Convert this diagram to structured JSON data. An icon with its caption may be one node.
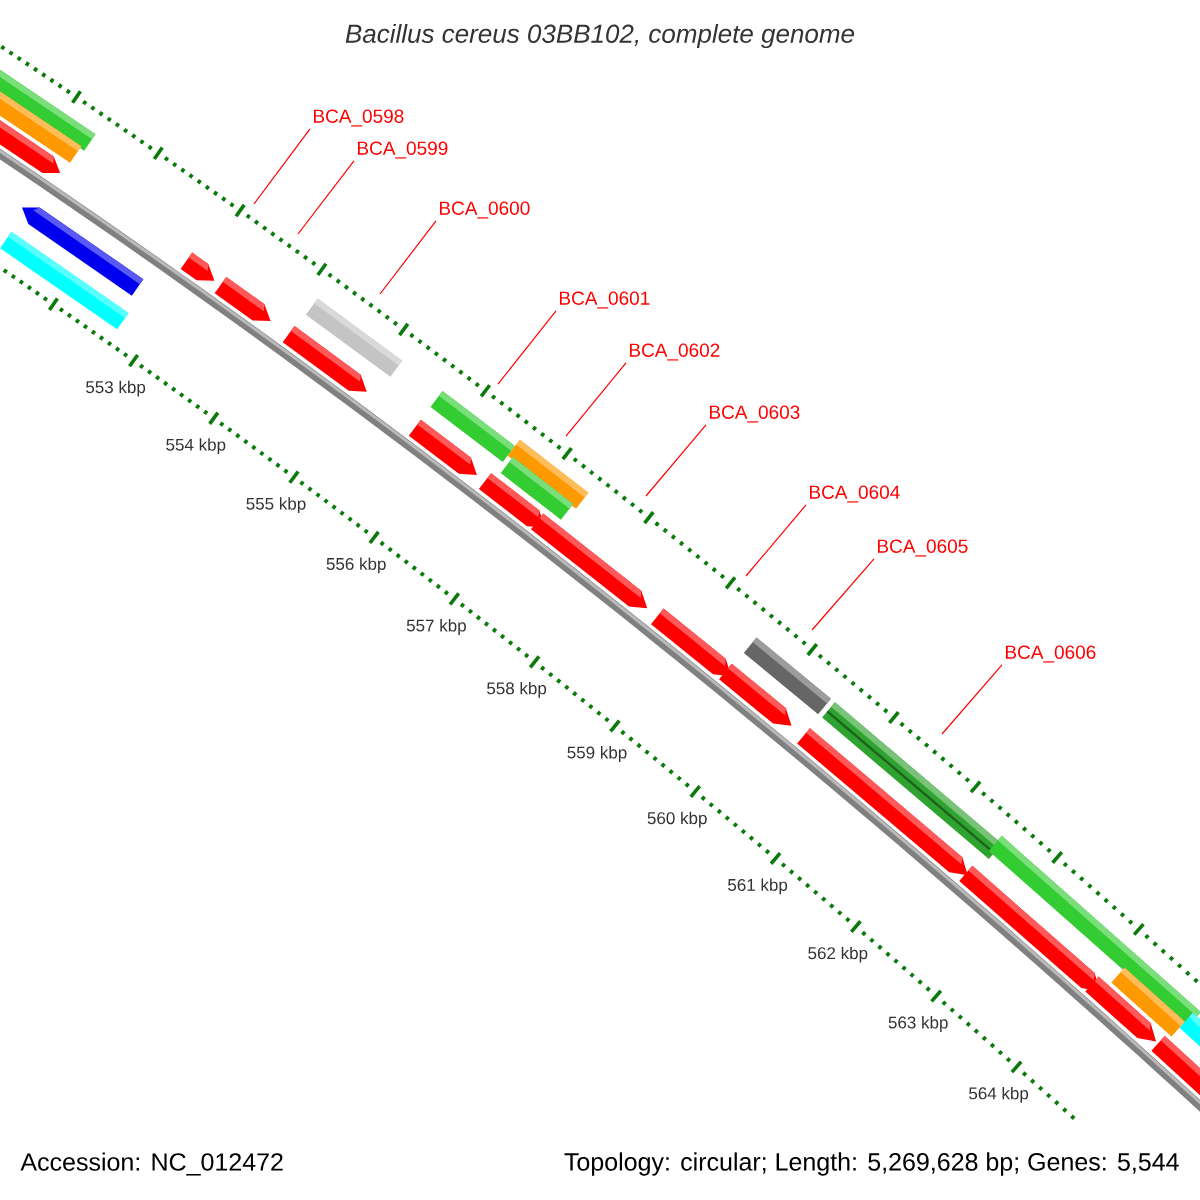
{
  "diagram": {
    "title": "Bacillus cereus 03BB102, complete genome",
    "nodes": [
      {
        "text": [
          "BCA_0598"
        ]
      },
      {
        "text": [
          "BCA_0599"
        ]
      },
      {
        "text": [
          "BCA_0600"
        ]
      },
      {
        "text": [
          "BCA_0601"
        ]
      },
      {
        "text": [
          "BCA_0602"
        ]
      },
      {
        "text": [
          "BCA_0603"
        ]
      },
      {
        "text": [
          "BCA_0604"
        ]
      },
      {
        "text": [
          "BCA_0605"
        ]
      },
      {
        "text": [
          "BCA_0606"
        ]
      }
    ],
    "edges": [
      {
        "from": 0,
        "to": null,
        "arrow": "none"
      },
      {
        "from": 1,
        "to": null,
        "arrow": "none"
      },
      {
        "from": 2,
        "to": null,
        "arrow": "none"
      },
      {
        "from": 3,
        "to": null,
        "arrow": "none"
      },
      {
        "from": 4,
        "to": null,
        "arrow": "none"
      },
      {
        "from": 5,
        "to": null,
        "arrow": "none"
      },
      {
        "from": 6,
        "to": null,
        "arrow": "none"
      },
      {
        "from": 7,
        "to": null,
        "arrow": "none"
      },
      {
        "from": 8,
        "to": null,
        "arrow": "none"
      }
    ],
    "labels": [
      "553 kbp",
      "554 kbp",
      "555 kbp",
      "556 kbp",
      "557 kbp",
      "558 kbp",
      "559 kbp",
      "560 kbp",
      "561 kbp",
      "562 kbp",
      "563 kbp",
      "564 kbp",
      "Accession: NC_012472",
      "Topology: circular; Length: 5,269,628 bp; Genes: 5,544"
    ]
  }
}
